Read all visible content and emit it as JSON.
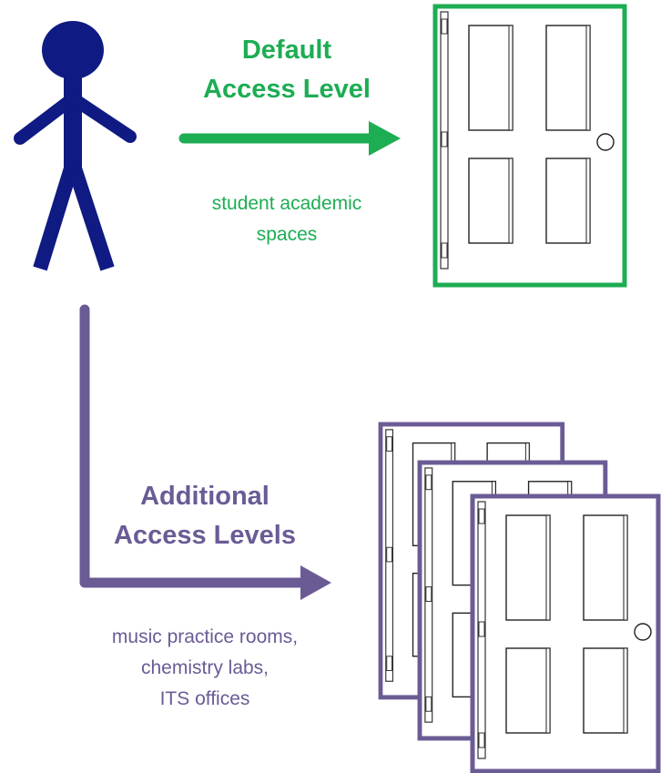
{
  "colors": {
    "default": "#1dad53",
    "additional": "#6b5b95",
    "person": "#0f1a82"
  },
  "icons": {
    "person": "person-icon",
    "door": "door-icon"
  },
  "default_access": {
    "title_line1": "Default",
    "title_line2": "Access Level",
    "desc_line1": "student academic",
    "desc_line2": "spaces"
  },
  "additional_access": {
    "title_line1": "Additional",
    "title_line2": "Access Levels",
    "desc_line1": "music practice rooms,",
    "desc_line2": "chemistry labs,",
    "desc_line3": "ITS offices"
  }
}
